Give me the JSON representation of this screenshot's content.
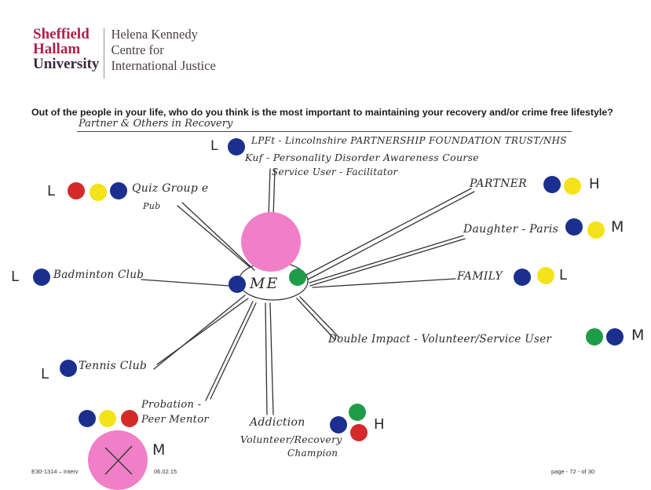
{
  "header": {
    "logo_line1": "Sheffield",
    "logo_line2": "Hallam",
    "logo_line3": "University",
    "centre_line1": "Helena Kennedy",
    "centre_line2": "Centre for",
    "centre_line3": "International Justice"
  },
  "question": {
    "text": "Out of the people in your life, who do you think is the most important to maintaining your recovery and/or crime free lifestyle?",
    "answer": "Partner & Others in Recovery"
  },
  "diagram": {
    "center_label": "ME",
    "nodes": {
      "lpft": {
        "letter": "L",
        "line1": "LPFt - Lincolnshire PARTNERSHIP FOUNDATION TRUST/NHS",
        "line2": "Kuf - Personality Disorder Awareness Course",
        "line3": "Service User - Facilitator"
      },
      "quiz": {
        "letter": "L",
        "line1": "Quiz Group e",
        "line2": "Pub"
      },
      "partner": {
        "label": "PARTNER",
        "letter": "H"
      },
      "daughter": {
        "label": "Daughter - Paris",
        "letter": "M"
      },
      "family": {
        "label": "FAMILY",
        "letter": "L"
      },
      "badminton": {
        "letter": "L",
        "label": "Badminton Club"
      },
      "double_impact": {
        "label": "Double Impact - Volunteer/Service User",
        "letter": "M"
      },
      "tennis": {
        "letter": "L",
        "label": "Tennis Club"
      },
      "probation": {
        "line1": "Probation -",
        "line2": "Peer Mentor",
        "letter": "M"
      },
      "addiction": {
        "line1": "Addiction",
        "line2": "Volunteer/Recovery",
        "line3": "Champion",
        "letter": "H"
      }
    },
    "dot_colors": {
      "blue": "#1b2f8e",
      "yellow": "#f4e21a",
      "red": "#d42a2a",
      "green": "#1e9c48",
      "pink": "#f07fc8"
    }
  },
  "footer": {
    "left": "E30-1314 – Interv",
    "mid": "06.02.15",
    "right": "page - 72 - of 30"
  }
}
